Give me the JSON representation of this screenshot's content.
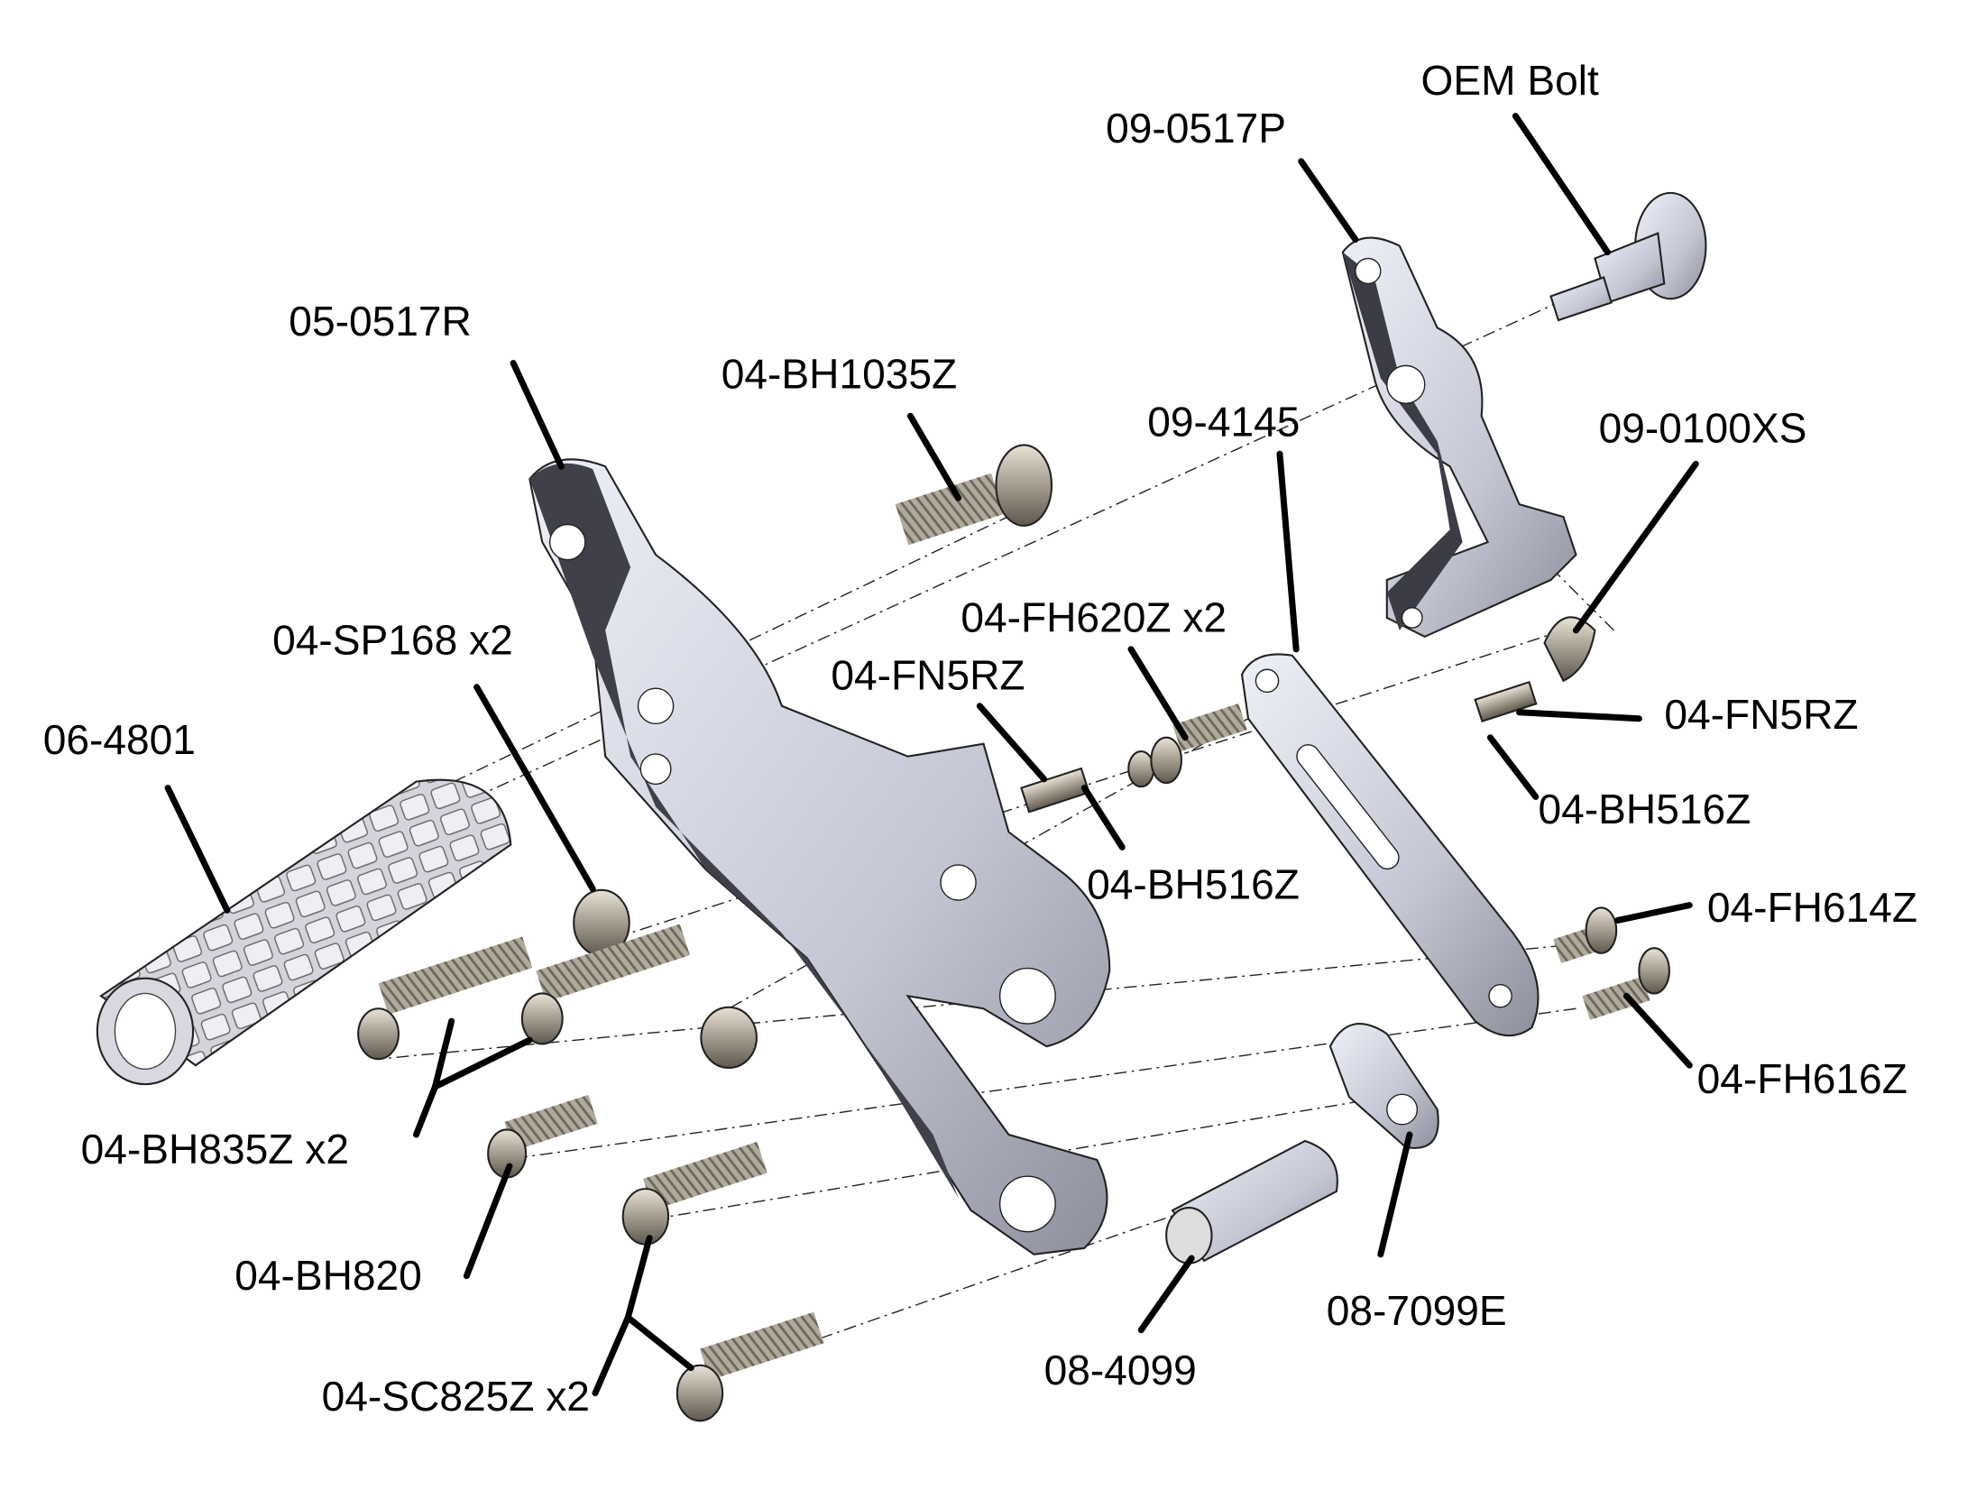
{
  "diagram": {
    "labels": {
      "oem_bolt": "OEM Bolt",
      "heel_guard": "09-0517P",
      "bracket": "05-0517R",
      "bh1035z": "04-BH1035Z",
      "lever": "09-4145",
      "spring": "09-0100XS",
      "spacer": "04-SP168 x2",
      "fh620z": "04-FH620Z x2",
      "fn5rz_left": "04-FN5RZ",
      "footpeg": "06-4801",
      "fn5rz_right": "04-FN5RZ",
      "bh516z_right": "04-BH516Z",
      "bh516z_mid": "04-BH516Z",
      "fh614z": "04-FH614Z",
      "fh616z": "04-FH616Z",
      "bh835z": "04-BH835Z x2",
      "bh820": "04-BH820",
      "plate": "08-7099E",
      "sleeve": "08-4099",
      "sc825z": "04-SC825Z x2"
    },
    "colors": {
      "metal": "#c8cad6",
      "metal_dark": "#3a3a44",
      "bolt": "#b8b0a0"
    }
  }
}
